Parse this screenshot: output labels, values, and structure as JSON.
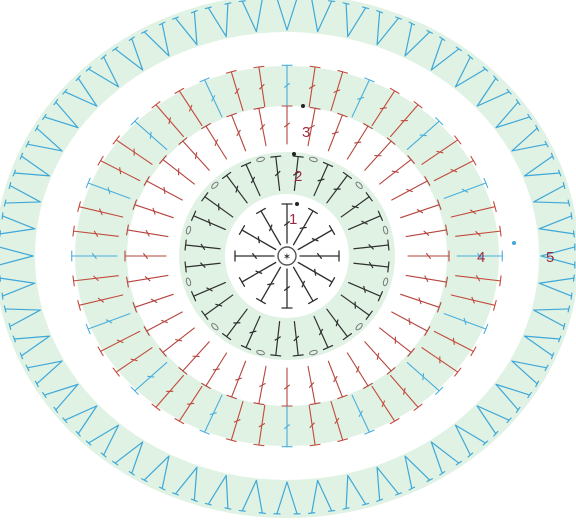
{
  "diagram": {
    "rounds": [
      {
        "label": "1",
        "stitch": "dc",
        "count": 12,
        "color": "#2f2f2f"
      },
      {
        "label": "2",
        "stitch": "dc-v",
        "count": 24,
        "color": "#2f2f2f"
      },
      {
        "label": "3",
        "stitch": "dc",
        "count": 36,
        "color": "#b5453e"
      },
      {
        "label": "4",
        "stitch": "dc",
        "count": 48,
        "color": "#c24a3c"
      },
      {
        "label": "5",
        "stitch": "dc-v",
        "count": 52,
        "color": "#3fa8d9"
      }
    ],
    "center_mark": "✶",
    "label_color": "#9c2b41",
    "band_color": "#dff2e3",
    "chain_color": "#7a7a7a"
  }
}
